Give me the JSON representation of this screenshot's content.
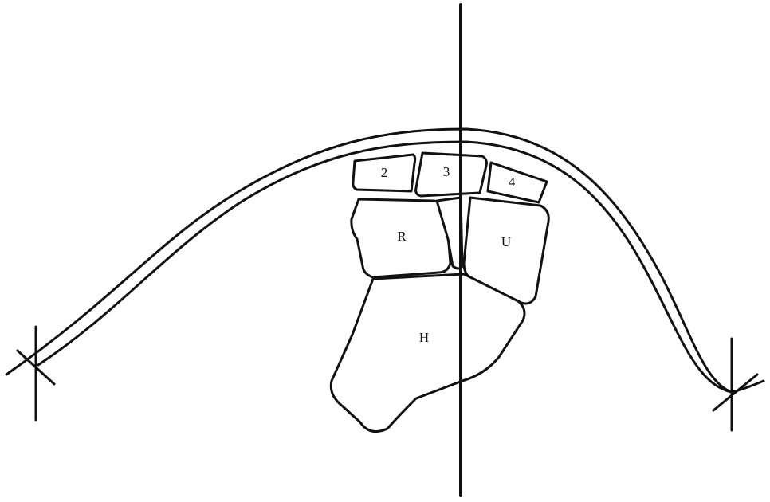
{
  "diagram": {
    "colors": {
      "ink": "#111111",
      "background": "#ffffff"
    },
    "labels": {
      "bone_2": "2",
      "bone_3": "3",
      "bone_4": "4",
      "bone_r": "R",
      "bone_u": "U",
      "bone_h": "H"
    }
  }
}
